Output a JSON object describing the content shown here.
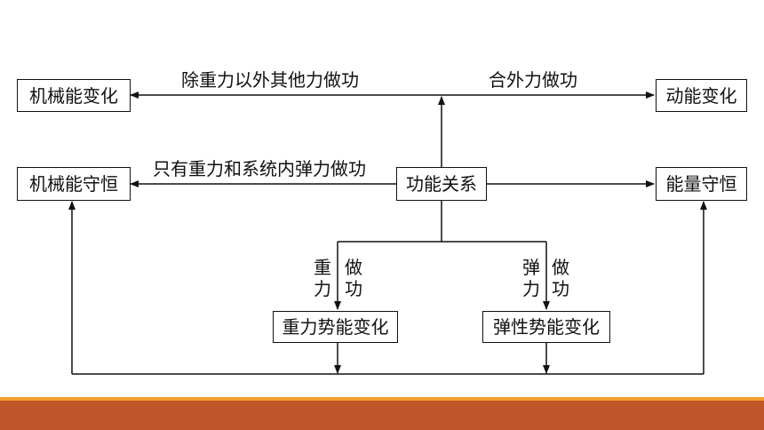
{
  "nodes": {
    "mech_change": "机械能变化",
    "kinetic_change": "动能变化",
    "mech_conserve": "机械能守恒",
    "energy_conserve": "能量守恒",
    "work_energy": "功能关系",
    "gravity_pe_change": "重力势能变化",
    "elastic_pe_change": "弹性势能变化"
  },
  "edges": {
    "non_gravity_work": "除重力以外其他力做功",
    "net_force_work": "合外力做功",
    "only_gravity_elastic": "只有重力和系统内弹力做功",
    "gravity_force": "重力",
    "gravity_work": "做功",
    "elastic_force": "弹力",
    "elastic_work": "做功"
  },
  "colors": {
    "footer_bar": "#C0572A",
    "footer_stripe": "#F0A030"
  }
}
